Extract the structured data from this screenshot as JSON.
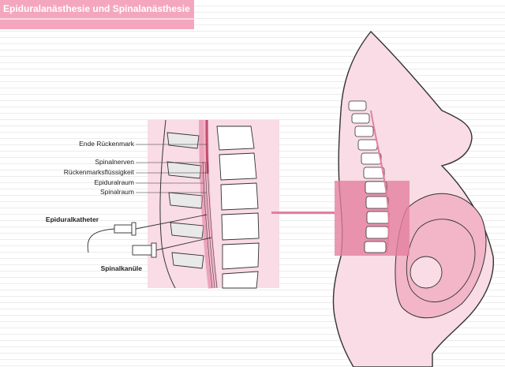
{
  "title": "Epiduralanästhesie und Spinalanästhesie",
  "labels": {
    "ende_rueckenmark": "Ende Rückenmark",
    "spinalnerven": "Spinalnerven",
    "rueckenmarksfluessigkeit": "Rückenmarksflüssigkeit",
    "epiduralraum": "Epiduralraum",
    "spinalraum": "Spinalraum",
    "epiduralkatheter": "Epiduralkatheter",
    "spinalkanuele": "Spinalkanüle"
  },
  "colors": {
    "title_bar": "#f4a6bf",
    "pink_light": "#f9dce5",
    "pink_mid": "#f2b6c8",
    "pink_highlight": "#e37fa0",
    "outline": "#333333"
  }
}
